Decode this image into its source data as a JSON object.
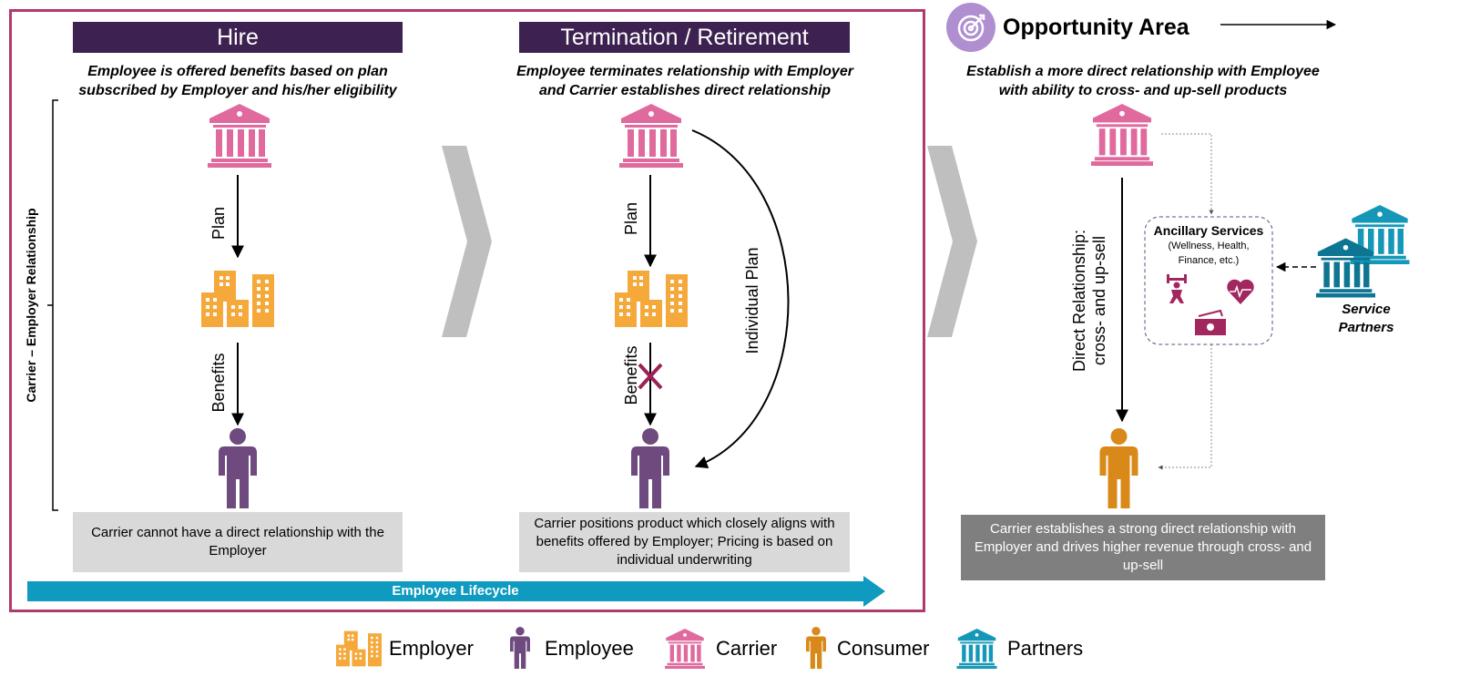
{
  "stages": [
    {
      "title": "Hire",
      "subtitle": [
        "Employee is offered benefits based on plan",
        "subscribed by Employer and his/her eligibility"
      ],
      "plan_label": "Plan",
      "benefits_label": "Benefits",
      "note": "Carrier cannot have a direct relationship with the Employer"
    },
    {
      "title": "Termination / Retirement",
      "subtitle": [
        "Employee terminates relationship with Employer",
        "and Carrier establishes direct relationship"
      ],
      "plan_label": "Plan",
      "benefits_label": "Benefits",
      "individual_plan_label": "Individual Plan",
      "note": "Carrier positions product which closely aligns with benefits offered by Employer; Pricing is based on individual underwriting"
    }
  ],
  "bracket_label": "Carrier – Employer Relationship",
  "lifecycle_label": "Employee Lifecycle",
  "opportunity": {
    "title": "Opportunity Area",
    "subtitle": [
      "Establish a more direct relationship with Employee",
      "with ability to cross- and up-sell products"
    ],
    "direct_label": [
      "Direct Relationship:",
      "cross- and up-sell"
    ],
    "ancillary_title": "Ancillary Services",
    "ancillary_detail": [
      "(Wellness, Health,",
      "Finance, etc.)"
    ],
    "partners_label": [
      "Service",
      "Partners"
    ],
    "note": "Carrier establishes a strong direct relationship with Employer and drives higher revenue through cross- and up-sell"
  },
  "legend": [
    {
      "label": "Employer",
      "icon": "building-icon",
      "color": "#f5a93b"
    },
    {
      "label": "Employee",
      "icon": "person-icon",
      "color": "#6e4a7e"
    },
    {
      "label": "Carrier",
      "icon": "bank-icon",
      "color": "#e0699d"
    },
    {
      "label": "Consumer",
      "icon": "person-icon",
      "color": "#d9891a"
    },
    {
      "label": "Partners",
      "icon": "bank-icon",
      "color": "#1598b8"
    }
  ],
  "colors": {
    "frame": "#b03a6e",
    "header": "#3d2150",
    "lifecycle": "#0e9bbf",
    "target": "#b08fd1",
    "cross": "#9b2257",
    "ancillary_icons": "#a3275f"
  }
}
